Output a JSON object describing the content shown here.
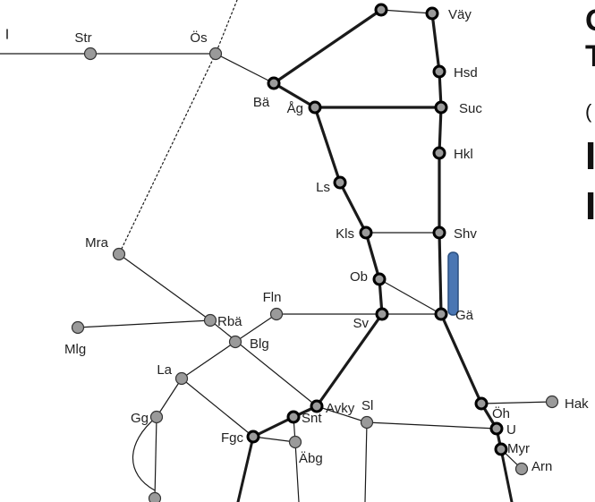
{
  "colors": {
    "line": "#1a1a1a",
    "node_fill": "#9a9a9a",
    "node_stroke": "#333333",
    "marker_fill": "#4a76b3",
    "marker_stroke": "#2a4f80"
  },
  "stations": [
    {
      "id": "Väy",
      "label": "Väy"
    },
    {
      "id": "Hsd",
      "label": "Hsd"
    },
    {
      "id": "Suc",
      "label": "Suc"
    },
    {
      "id": "Hkl",
      "label": "Hkl"
    },
    {
      "id": "Shv",
      "label": "Shv"
    },
    {
      "id": "Gä",
      "label": "Gä"
    },
    {
      "id": "Öh",
      "label": "Öh"
    },
    {
      "id": "U",
      "label": "U"
    },
    {
      "id": "Myr",
      "label": "Myr"
    },
    {
      "id": "Arn",
      "label": "Arn"
    },
    {
      "id": "Hak",
      "label": "Hak"
    },
    {
      "id": "Str",
      "label": "Str"
    },
    {
      "id": "Ös",
      "label": "Ös"
    },
    {
      "id": "Bä",
      "label": "Bä"
    },
    {
      "id": "Åg",
      "label": "Åg"
    },
    {
      "id": "Ls",
      "label": "Ls"
    },
    {
      "id": "Kls",
      "label": "Kls"
    },
    {
      "id": "Ob",
      "label": "Ob"
    },
    {
      "id": "Sv",
      "label": "Sv"
    },
    {
      "id": "Fln",
      "label": "Fln"
    },
    {
      "id": "Mra",
      "label": "Mra"
    },
    {
      "id": "Rbä",
      "label": "Rbä"
    },
    {
      "id": "Mlg",
      "label": "Mlg"
    },
    {
      "id": "Blg",
      "label": "Blg"
    },
    {
      "id": "La",
      "label": "La"
    },
    {
      "id": "Gg",
      "label": "Gg"
    },
    {
      "id": "Avky",
      "label": "Avky"
    },
    {
      "id": "Snt",
      "label": "Snt"
    },
    {
      "id": "Sl",
      "label": "Sl"
    },
    {
      "id": "Fgc",
      "label": "Fgc"
    },
    {
      "id": "Äbg",
      "label": "Äbg"
    },
    {
      "id": "n-top",
      "label": ""
    },
    {
      "id": "n-gg-bottom",
      "label": ""
    }
  ],
  "side_text": [
    "G",
    "T",
    "(",
    "I",
    "I"
  ]
}
